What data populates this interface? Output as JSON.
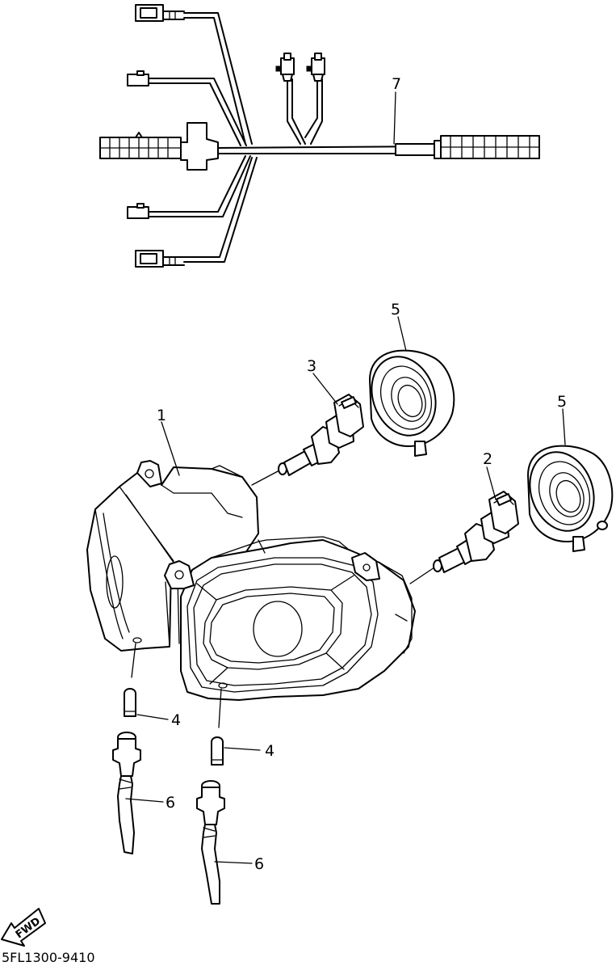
{
  "callouts": [
    {
      "id": "1",
      "label": "1"
    },
    {
      "id": "2",
      "label": "2"
    },
    {
      "id": "3",
      "label": "3"
    },
    {
      "id": "4a",
      "label": "4"
    },
    {
      "id": "4b",
      "label": "4"
    },
    {
      "id": "5a",
      "label": "5"
    },
    {
      "id": "5b",
      "label": "5"
    },
    {
      "id": "6a",
      "label": "6"
    },
    {
      "id": "6b",
      "label": "6"
    },
    {
      "id": "7",
      "label": "7"
    }
  ],
  "direction_label": "FWD",
  "diagram_code": "5FL1300-9410"
}
